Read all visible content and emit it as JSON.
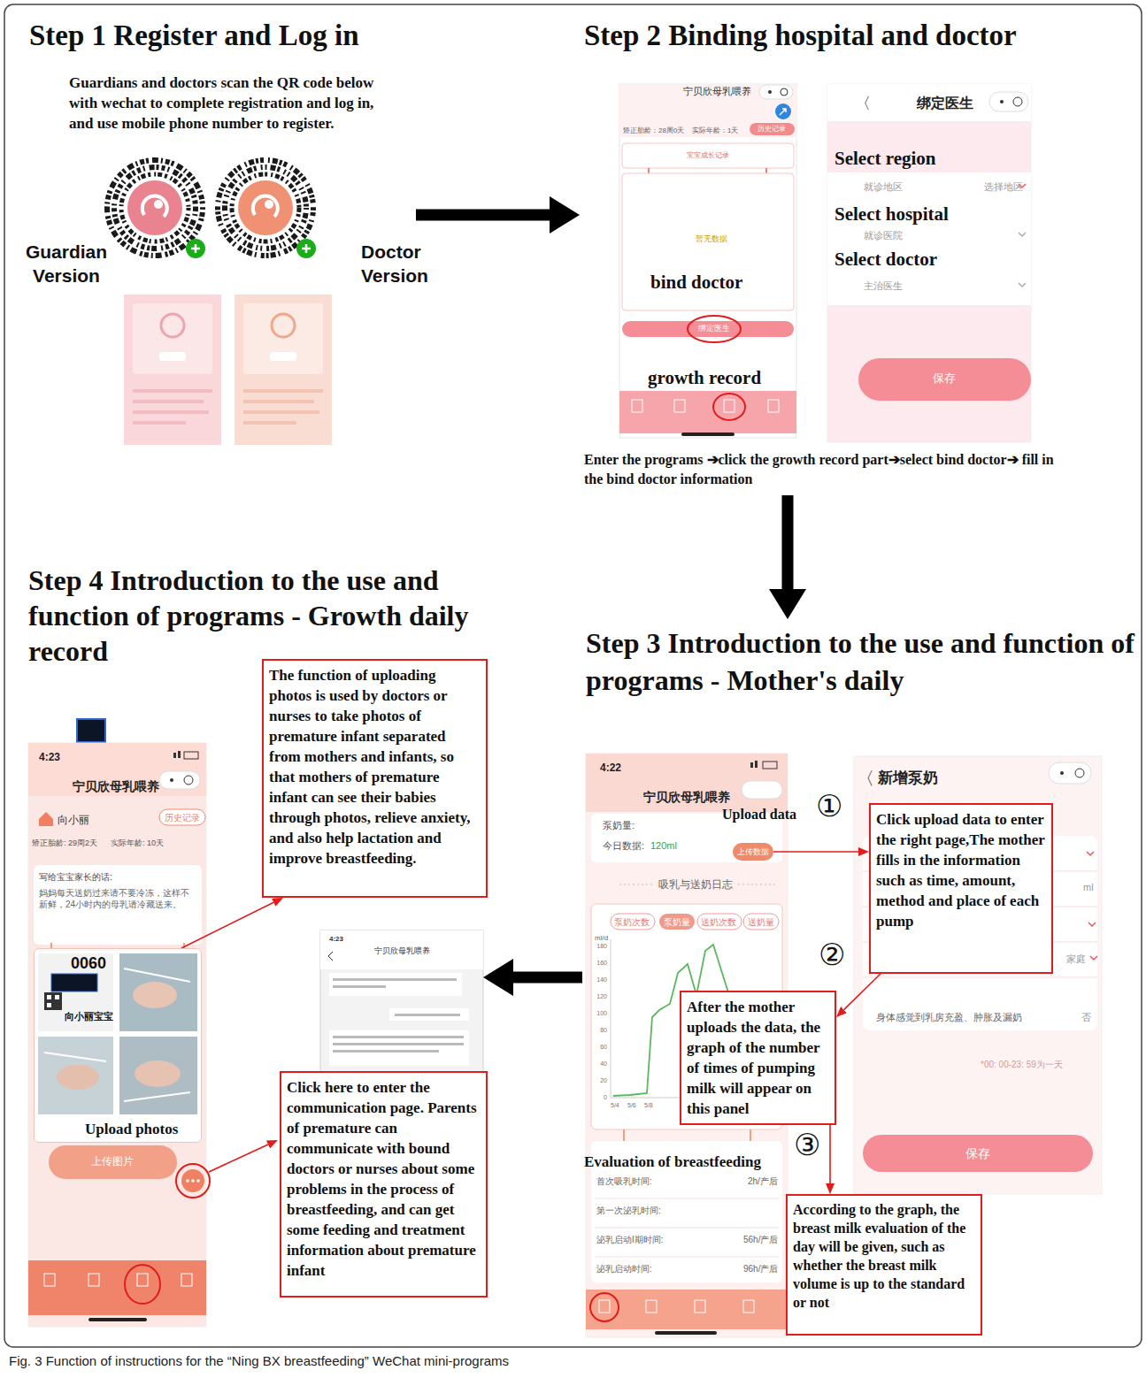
{
  "diagram": {
    "caption": "Fig. 3 Function of instructions for the “Ning BX breastfeeding” WeChat mini-programs",
    "nodes": [
      {
        "text": [
          "Step 1 Register and Log in",
          "Guardians and doctors scan the QR code below with wechat to complete registration and log in, and use mobile phone number to register."
        ]
      },
      {
        "text": [
          "Step 2 Binding hospital and doctor",
          "Enter the programs ➔click the growth record part➔select bind doctor➔ fill in the bind doctor information"
        ]
      },
      {
        "text": [
          "Step 3 Introduction to the use and function of programs - Mother's daily"
        ]
      },
      {
        "text": [
          "Upload data",
          "上传数据"
        ],
        "in": 2
      },
      {
        "text": [
          "Click upload data to enter the right page,The mother fills in the information such as time, amount, method and place of each pump"
        ],
        "in": 2
      },
      {
        "text": [
          "After the mother uploads the data, the graph of the number of times of pumping milk will appear on this panel"
        ],
        "in": 2
      },
      {
        "text": [
          "According to the graph, the breast milk evaluation of the day will be given, such as whether the breast milk volume is up to the standard or not"
        ],
        "in": 2
      },
      {
        "text": [
          "Step 4 Introduction to the use and function of programs - Growth daily record"
        ]
      },
      {
        "text": [
          "宁贝欣母乳喂养"
        ],
        "in": 7
      },
      {
        "text": [
          "The function of uploading photos is used by doctors or nurses to take photos of premature infant separated from mothers and infants, so that mothers of premature infant can see their babies through photos, relieve anxiety, and also help lactation and improve breastfeeding."
        ],
        "in": 7
      },
      {
        "text": [
          "Click here to enter the communication page. Parents of premature can communicate with bound doctors or nurses about some problems in the process of breastfeeding, and can get some feeding and treatment information about premature infant"
        ],
        "in": 7
      },
      {
        "text": [
          "Upload photos"
        ],
        "in": 7
      }
    ],
    "edges": [
      {
        "from": 0,
        "to": 1,
        "arrow": "to"
      },
      {
        "from": 1,
        "to": 2,
        "arrow": "to"
      },
      {
        "from": 2,
        "to": 8,
        "arrow": "to"
      },
      {
        "from": 3,
        "to": 4,
        "arrow": "to"
      },
      {
        "from": 4,
        "to": 5,
        "arrow": "to"
      },
      {
        "from": 5,
        "to": 6,
        "arrow": "to"
      },
      {
        "from": 11,
        "to": 9,
        "arrow": "to"
      }
    ],
    "labels": [
      "Guardian Version",
      "Doctor Version",
      "宁贝欣母乳喂养",
      "矫正胎龄：28周0天",
      "实际年龄：1天",
      "历史记录",
      "宝宝成长记录",
      "暂无数据",
      "bind doctor",
      "growth record",
      "绑定医生",
      "绑定医生",
      "Select region",
      "就诊地区",
      "选择地区",
      "Select hospital",
      "就诊医院",
      "Select doctor",
      "主治医生",
      "保存",
      "〈",
      "4:22",
      "宁贝欣母乳喂养",
      "泵奶量:",
      "今日数据:",
      "120ml",
      "吸乳与送奶日志",
      "泵奶次数",
      "泵奶量",
      "送奶次数",
      "送奶量",
      "ml/d",
      "180",
      "160",
      "140",
      "120",
      "100",
      "80",
      "60",
      "40",
      "20",
      "0",
      "5/4",
      "5/6",
      "5/8",
      "Evaluation of breastfeeding",
      "首次吸乳时间:",
      "2h/产后",
      "第一次泌乳时间:",
      "泌乳启动I期时间:",
      "56h/产后",
      "泌乳启动时间:",
      "96h/产后",
      "①",
      "②",
      "③",
      "〈",
      "新增泵奶",
      "ml",
      "家庭",
      "身体感觉到乳房充盈、肿胀及漏奶",
      "否",
      "*00: 00-23: 59为一天",
      "保存",
      "4:23",
      "宁贝欣母乳喂养",
      "向小丽",
      "历史记录",
      "矫正胎龄: 29周2天",
      "实际年龄: 10天",
      "写给宝宝家长的话:",
      "妈妈每天送奶过来请不要冷冻，这样不新鲜，24小时内的母乳请冷藏送来。",
      "0060",
      "向小丽宝宝",
      "上传图片",
      "4:23"
    ]
  }
}
